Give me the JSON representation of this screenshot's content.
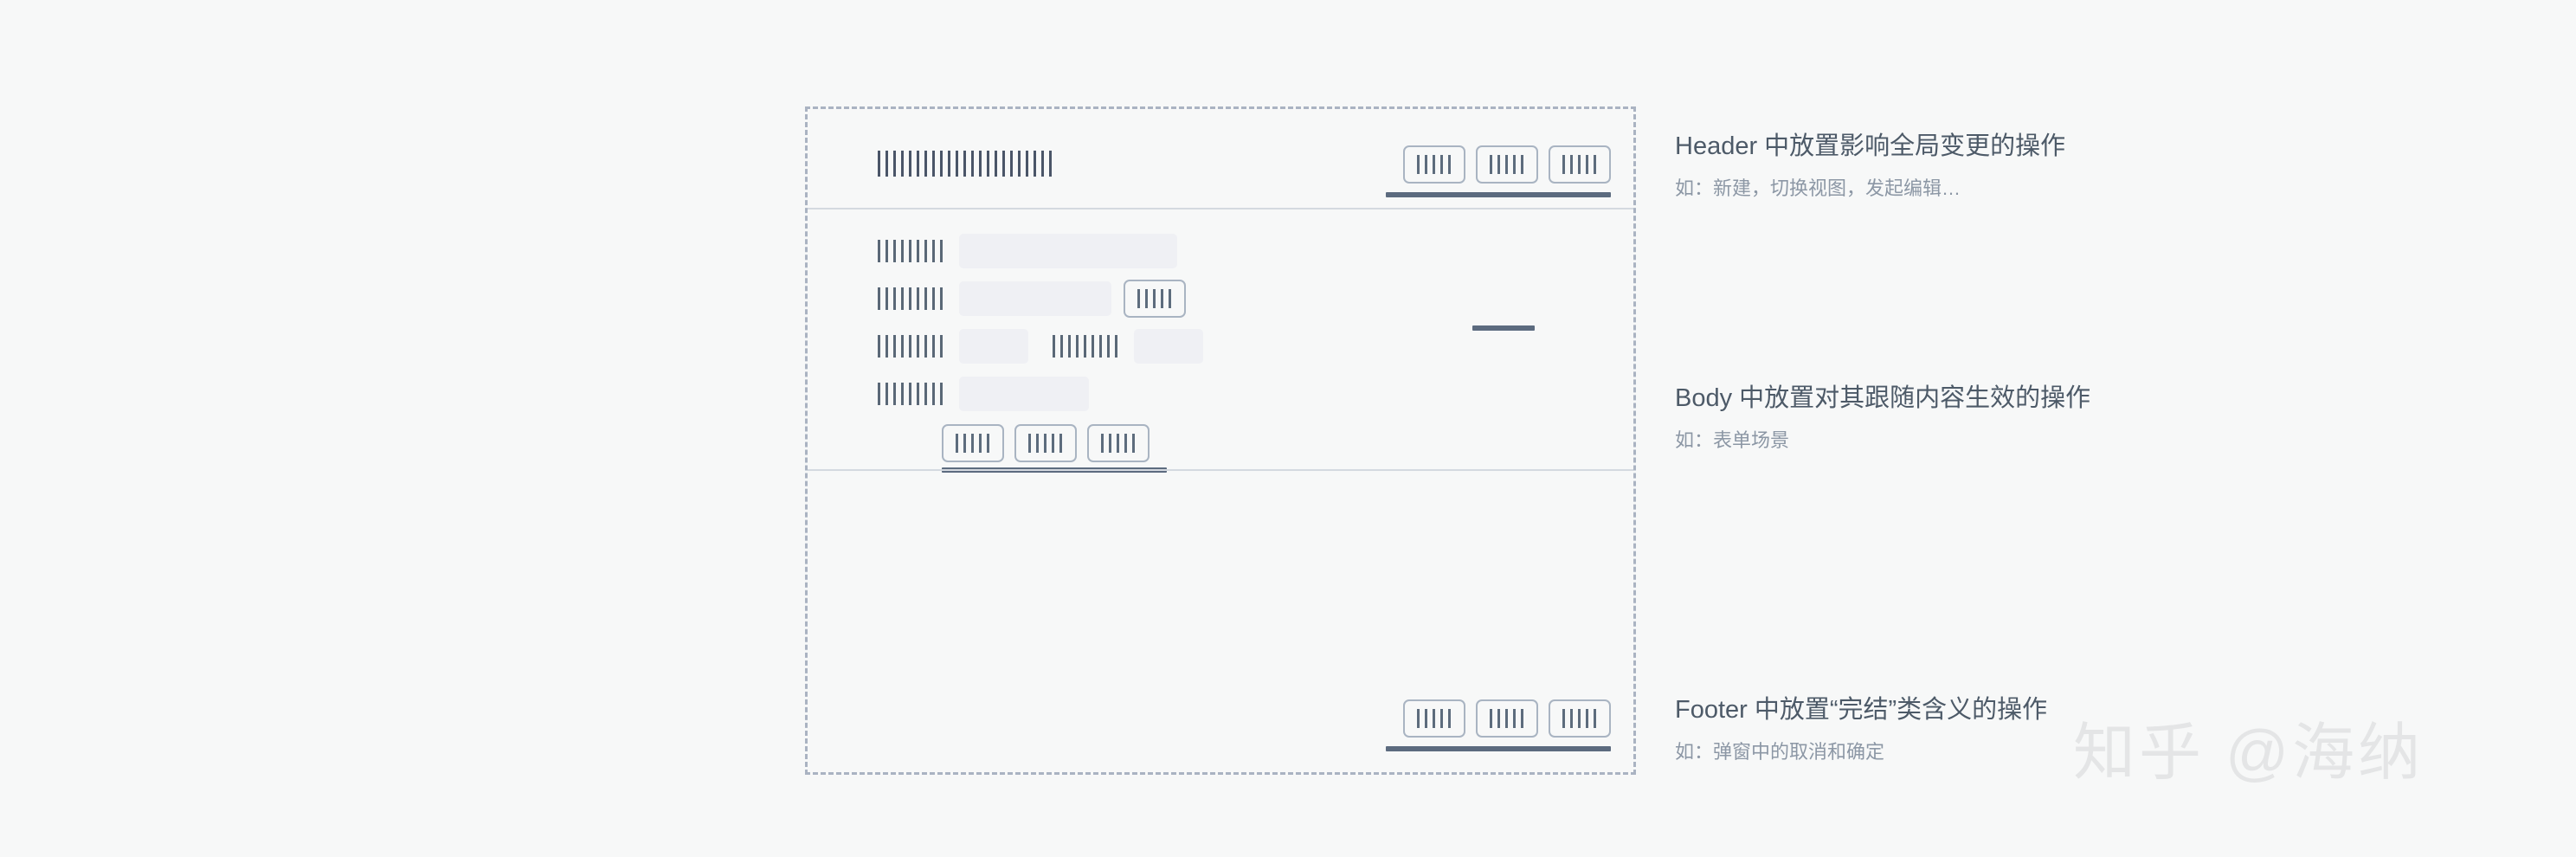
{
  "wireframe": {
    "header": {
      "region_name": "Header",
      "title_placeholder": "|||||||||||||||",
      "buttons": [
        {
          "placeholder": "||||||||"
        },
        {
          "placeholder": "||||||||"
        },
        {
          "placeholder": "||||||||"
        }
      ],
      "emphasis_underline": true
    },
    "body": {
      "region_name": "Body",
      "rows": [
        {
          "fields": [
            {
              "label": "||||||||||||",
              "value": ""
            }
          ],
          "input_width": 252,
          "trailing_button": null
        },
        {
          "fields": [
            {
              "label": "||||||||||||",
              "value": ""
            }
          ],
          "input_width": 176,
          "trailing_button": {
            "placeholder": "||||||||"
          },
          "emphasis_underline": true
        },
        {
          "fields": [
            {
              "label": "||||||||||||",
              "value": ""
            },
            {
              "label": "||||||||||||",
              "value": ""
            }
          ],
          "input_width": 80,
          "input_width_2": 80
        },
        {
          "fields": [
            {
              "label": "||||||||||||",
              "value": ""
            }
          ],
          "input_width": 150,
          "trailing_button": null
        }
      ],
      "action_buttons": [
        {
          "placeholder": "||||||||"
        },
        {
          "placeholder": "||||||||"
        },
        {
          "placeholder": "||||||||"
        }
      ],
      "emphasis_underline": true
    },
    "footer": {
      "region_name": "Footer",
      "buttons": [
        {
          "placeholder": "||||||||"
        },
        {
          "placeholder": "||||||||"
        },
        {
          "placeholder": "||||||||"
        }
      ],
      "emphasis_underline": true
    }
  },
  "annotations": [
    {
      "title": "Header 中放置影响全局变更的操作",
      "subtitle": "如：新建，切换视图，发起编辑…"
    },
    {
      "title": "Body 中放置对其跟随内容生效的操作",
      "subtitle": "如：表单场景"
    },
    {
      "title": "Footer 中放置“完结”类含义的操作",
      "subtitle": "如：弹窗中的取消和确定"
    }
  ],
  "watermark": {
    "text": "知乎 @海纳"
  },
  "colors": {
    "background": "#f7f8f8",
    "dashed_border": "#aab3c2",
    "divider": "#d4d9e0",
    "chip_border": "#a9b4c2",
    "input_fill": "#eff0f4",
    "emphasis": "#5c6b7f",
    "bar_placeholder": "#4a5568",
    "annotation_title": "#4d5a68",
    "annotation_subtitle": "#8c97a5",
    "watermark": "#e4e5e6"
  }
}
